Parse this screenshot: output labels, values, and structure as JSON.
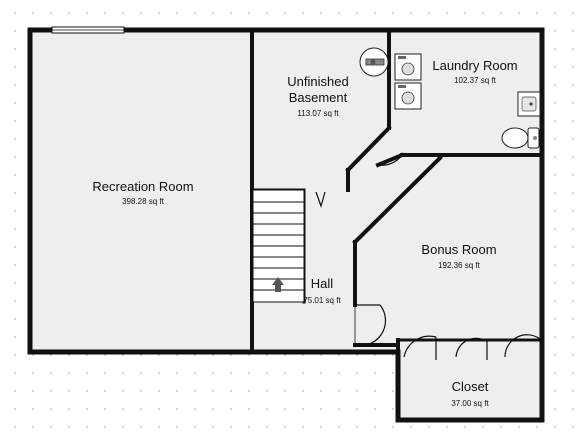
{
  "floor_plan": {
    "rooms": [
      {
        "id": "recreation",
        "name_lines": [
          "Recreation Room"
        ],
        "area": "398.28 sq ft"
      },
      {
        "id": "unfinished",
        "name_lines": [
          "Unfinished",
          "Basement"
        ],
        "area": "113.07 sq ft"
      },
      {
        "id": "laundry",
        "name_lines": [
          "Laundry Room"
        ],
        "area": "102.37 sq ft"
      },
      {
        "id": "bonus",
        "name_lines": [
          "Bonus Room"
        ],
        "area": "192.36 sq ft"
      },
      {
        "id": "hall",
        "name_lines": [
          "Hall"
        ],
        "area": "75.01 sq ft"
      },
      {
        "id": "closet",
        "name_lines": [
          "Closet"
        ],
        "area": "37.00 sq ft"
      }
    ],
    "colors": {
      "floor": "#eeeeee",
      "wall": "#111111",
      "grid_dot": "#c9c9c9",
      "arrow": "#555555"
    },
    "fixtures": [
      "water-heater",
      "washer",
      "dryer",
      "sink",
      "toilet",
      "stairs",
      "up-arrow"
    ]
  }
}
